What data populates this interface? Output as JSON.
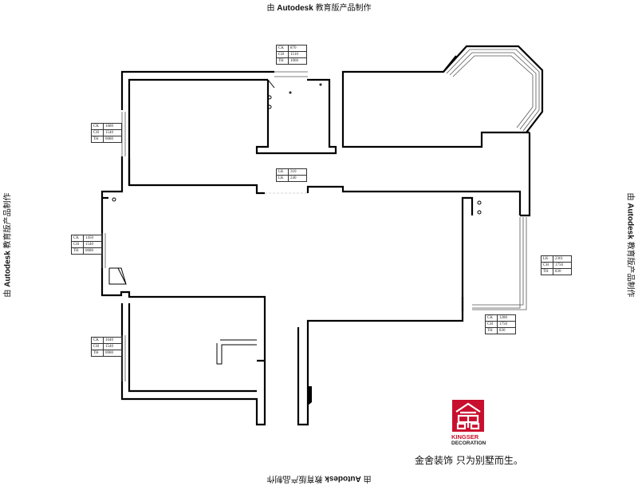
{
  "watermarks": {
    "prefix": "由",
    "brand": "Autodesk",
    "suffix": "教育版产品制作"
  },
  "windows": [
    {
      "rows": [
        [
          "CK",
          "870"
        ],
        [
          "CH",
          "1510"
        ],
        [
          "TH",
          "1060"
        ]
      ]
    },
    {
      "rows": [
        [
          "CK",
          "1680"
        ],
        [
          "CH",
          "1540"
        ],
        [
          "TH",
          "0080"
        ]
      ]
    },
    {
      "rows": [
        [
          "LK",
          "310"
        ],
        [
          "LK",
          "240"
        ]
      ]
    },
    {
      "rows": [
        [
          "CK",
          "1450"
        ],
        [
          "CH",
          "1540"
        ],
        [
          "TH",
          "0080"
        ]
      ]
    },
    {
      "rows": [
        [
          "CK",
          "1640"
        ],
        [
          "CH",
          "1540"
        ],
        [
          "TH",
          "0080"
        ]
      ]
    },
    {
      "rows": [
        [
          "LK",
          "2361"
        ],
        [
          "CH",
          "1750"
        ],
        [
          "TH",
          "830"
        ]
      ]
    },
    {
      "rows": [
        [
          "CK",
          "1280"
        ],
        [
          "CH",
          "1750"
        ],
        [
          "TH",
          "830"
        ]
      ]
    }
  ],
  "brand": {
    "name": "KINGSER",
    "sub": "DECORATION",
    "slogan": "金舍装饰 只为别墅而生。",
    "color": "#c8102e"
  }
}
